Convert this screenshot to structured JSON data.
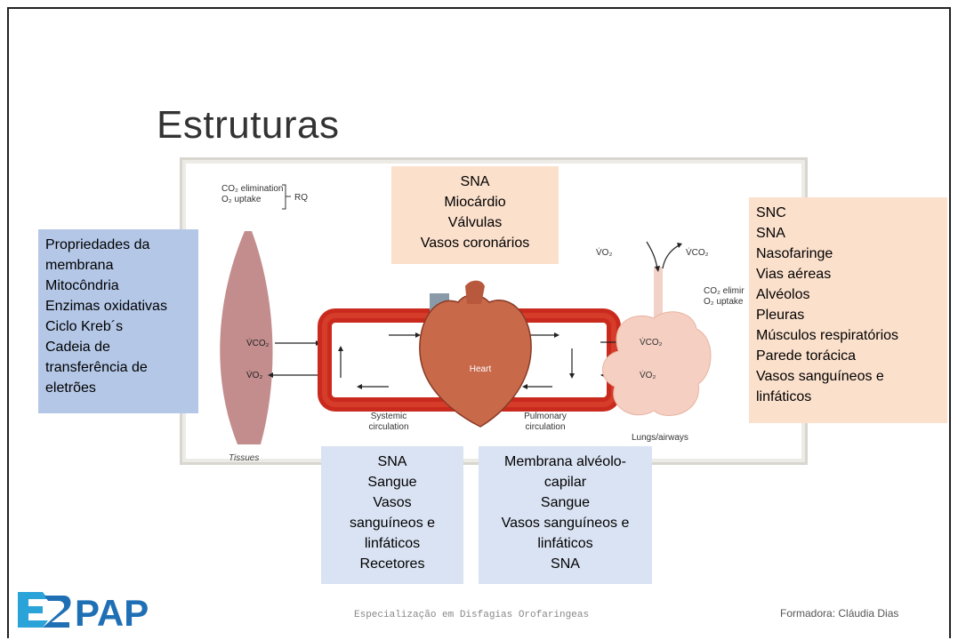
{
  "slide": {
    "title": "Estruturas",
    "footer_center": "Especialização em Disfagias Orofaringeas",
    "footer_right": "Formadora: Cláudia Dias",
    "logo": {
      "text": "EPAP",
      "color": "#1f6fb5",
      "accent": "#2aa3d8"
    }
  },
  "figure": {
    "legend_line1": "CO₂ elimination",
    "legend_line2": "O₂ uptake",
    "rq": "RQ",
    "tissues": "Tissues",
    "vco2_left": "V̇CO₂",
    "vo2_left": "V̇O₂",
    "heart": "Heart",
    "systemic_line1": "Systemic",
    "systemic_line2": "circulation",
    "pulmonary_line1": "Pulmonary",
    "pulmonary_line2": "circulation",
    "lungs": "Lungs/airways",
    "vco2_right": "V̇CO₂",
    "vo2_right": "V̇O₂",
    "vo2_top": "V̇O₂",
    "vco2_top": "V̇CO₂",
    "co2_elim_right": "CO₂ elimir",
    "o2_uptake_right": "O₂ uptake"
  },
  "boxes": {
    "cell": [
      "Propriedades da",
      "membrana",
      "Mitocôndria",
      "Enzimas oxidativas",
      "Ciclo Kreb´s",
      "Cadeia de",
      "transferência de",
      "eletrões"
    ],
    "heart": [
      "SNA",
      "Miocárdio",
      "Válvulas",
      "Vasos coronários"
    ],
    "lungs": [
      "SNC",
      "SNA",
      "Nasofaringe",
      "Vias aéreas",
      "Alvéolos",
      "Pleuras",
      "Músculos respiratórios",
      "Parede torácica",
      "Vasos sanguíneos e",
      "linfáticos"
    ],
    "systemic": [
      "SNA",
      "Sangue",
      "Vasos",
      "sanguíneos e",
      "linfáticos",
      "Recetores"
    ],
    "pulmonary": [
      "Membrana alvéolo-",
      "capilar",
      "Sangue",
      "Vasos sanguíneos e",
      "linfáticos",
      "SNA"
    ]
  }
}
